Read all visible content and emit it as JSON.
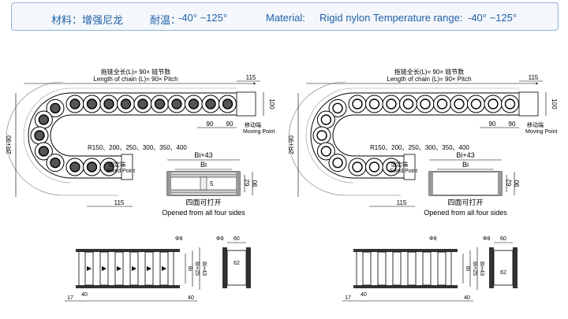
{
  "header": {
    "cn_material_label": "材料：增强尼龙",
    "cn_temp_label": "耐温：",
    "cn_temp_value": "-40° ~125°",
    "en_material_label": "Material:",
    "en_material_value": "Rigid nylon",
    "en_temp_label": "Temperature range:",
    "en_temp_value": "-40° ~125°"
  },
  "left": {
    "chain_len_cn": "拖链全长(L)= 90× 链节数",
    "chain_len_en": "Length of chain (L)= 90× Pitch",
    "d115_top": "115",
    "d100": "100",
    "d90a": "90",
    "d90b": "90",
    "moving_cn": "移动端",
    "moving_en": "Moving Point",
    "radius": "R150、200、250、300、350、400",
    "height": "2R+90",
    "fixed_cn": "固定端",
    "fixed_en": "Fixed Point",
    "d115_bottom": "115",
    "bi43": "Bi+43",
    "bi": "Bi",
    "d5": "5",
    "d62": "62",
    "d90c": "90",
    "open_cn": "四面可打开",
    "open_en": "Opened from all four sides",
    "phi8a": "Φ8",
    "phi8b": "Φ8",
    "d60": "60",
    "d62b": "62",
    "bi_v": "Bi",
    "bi25": "Bi+25",
    "bi43v": "Bi+43",
    "d17": "17",
    "d40a": "40",
    "d40b": "40"
  },
  "right": {
    "chain_len_cn": "拖链全长(L)= 90× 链节数",
    "chain_len_en": "Length of chain (L)= 90× Pitch",
    "d115_top": "115",
    "d100": "100",
    "d90a": "90",
    "d90b": "90",
    "moving_cn": "移动端",
    "moving_en": "Moving Point",
    "radius": "R150、200、250、300、350、400",
    "height": "2R+90",
    "fixed_cn": "固定端",
    "fixed_en": "Fixed Point",
    "d115_bottom": "115",
    "bi43": "Bi+43",
    "bi": "Bi",
    "d62": "62",
    "d90c": "90",
    "open_cn": "四面可打开",
    "open_en": "Opened from all four sides",
    "phi8a": "Φ8",
    "phi8b": "Φ8",
    "d60": "60",
    "d62b": "62",
    "bi_v": "Bi",
    "bi25": "Bi+25",
    "bi43v": "Bi+43",
    "d17": "17",
    "d40a": "40",
    "d40b": "40"
  }
}
